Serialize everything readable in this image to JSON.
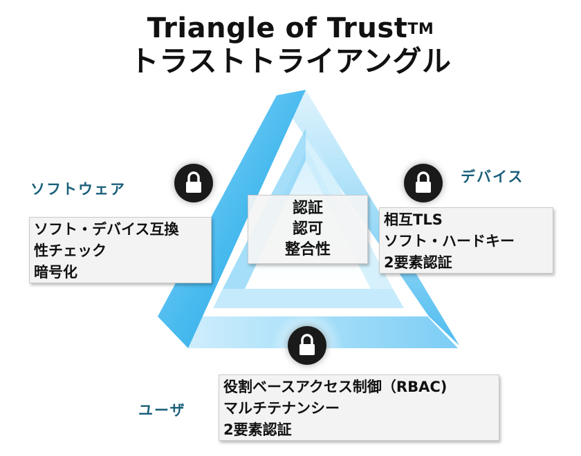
{
  "title": {
    "line1": "Triangle of Trust",
    "tm": "TM",
    "line2": "トラストトライアングル"
  },
  "center": {
    "items": [
      "認証",
      "認可",
      "整合性"
    ]
  },
  "software": {
    "label": "ソフトウェア",
    "items": [
      "ソフト・デバイス互換",
      "性チェック",
      "暗号化"
    ]
  },
  "device": {
    "label": "デバイス",
    "items": [
      "相互TLS",
      "ソフト・ハードキー",
      "2要素認証"
    ]
  },
  "user": {
    "label": "ユーザ",
    "items": [
      "役割ベースアクセス制御（RBAC)",
      "マルチテナンシー",
      "2要素認証"
    ]
  },
  "colors": {
    "triangle_light": "#b9e6fb",
    "triangle_mid": "#5cc4f1",
    "triangle_dark": "#1b9ee0",
    "label": "#1a5f7a",
    "lock": "#1a1a1a"
  },
  "icons": [
    "lock-icon"
  ]
}
